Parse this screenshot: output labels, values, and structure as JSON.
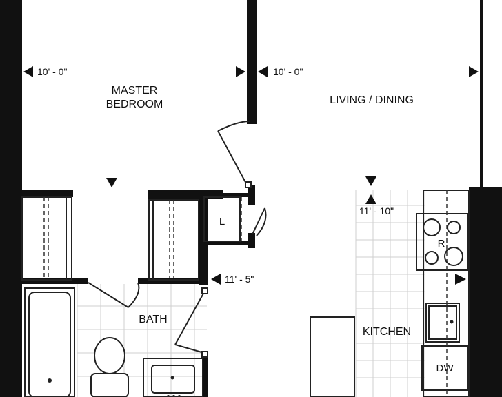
{
  "rooms": {
    "master_bedroom": [
      "MASTER",
      "BEDROOM"
    ],
    "living_dining": "LIVING / DINING",
    "bath": "BATH",
    "kitchen": "KITCHEN",
    "linen_closet": "L",
    "range": "R",
    "dishwasher": "DW"
  },
  "dimensions": {
    "master_width": "10' - 0\"",
    "living_width": "10' - 0\"",
    "living_depth": "11' - 10\"",
    "master_depth": "11' - 5\""
  },
  "colors": {
    "wall": "#111111",
    "line": "#222222",
    "tile": "#cfcfcf",
    "background": "#ffffff"
  },
  "icons": [
    "arrow-left-icon",
    "arrow-right-icon",
    "arrow-down-icon",
    "arrow-up-icon"
  ]
}
